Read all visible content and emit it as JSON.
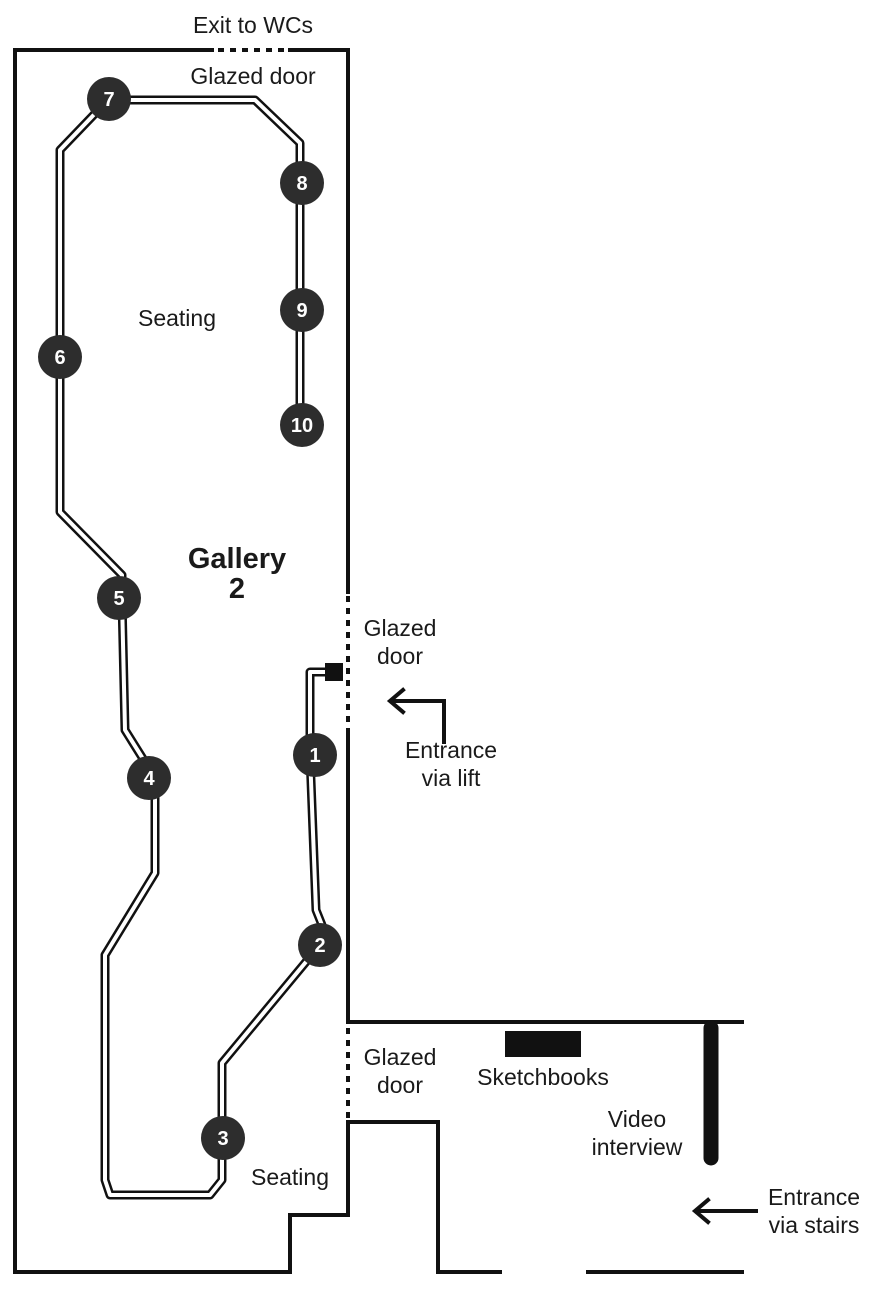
{
  "labels": {
    "exit_wcs": "Exit to WCs",
    "glazed_door_top": "Glazed door",
    "seating_top": "Seating",
    "gallery_line1": "Gallery",
    "gallery_line2": "2",
    "glazed_door_mid_1": "Glazed",
    "glazed_door_mid_2": "door",
    "entrance_lift_1": "Entrance",
    "entrance_lift_2": "via lift",
    "glazed_door_low_1": "Glazed",
    "glazed_door_low_2": "door",
    "sketchbooks": "Sketchbooks",
    "video_1": "Video",
    "video_2": "interview",
    "seating_bottom": "Seating",
    "entrance_stairs_1": "Entrance",
    "entrance_stairs_2": "via stairs"
  },
  "stops": [
    "1",
    "2",
    "3",
    "4",
    "5",
    "6",
    "7",
    "8",
    "9",
    "10"
  ],
  "colors": {
    "wall": "#111111",
    "stop_fill": "#2d2d2d",
    "stop_text": "#ffffff",
    "route_outline": "#111111",
    "route_inner": "#ffffff"
  }
}
